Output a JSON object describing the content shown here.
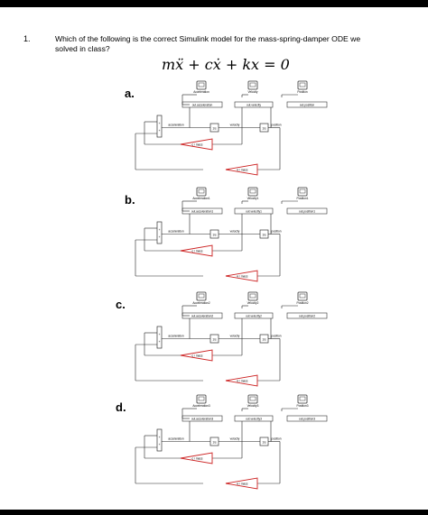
{
  "question": {
    "number": "1.",
    "text": "Which of the following is the correct Simulink model for the mass-spring-damper ODE we solved in class?",
    "equation": "mẍ + cẋ + kx = 0"
  },
  "options": [
    {
      "label": "a.",
      "scopes": [
        "Acceleration",
        "Velocity",
        "Position"
      ],
      "outs": [
        "out.acceleration",
        "out.velocity",
        "out.position"
      ],
      "signals": [
        "acceleration",
        "velocity",
        "position"
      ],
      "gains": [
        "-k / mass",
        "-c / mass"
      ]
    },
    {
      "label": "b.",
      "scopes": [
        "Acceleration1",
        "Velocity1",
        "Position1"
      ],
      "outs": [
        "out.acceleration1",
        "out.velocity1",
        "out.position1"
      ],
      "signals": [
        "acceleration",
        "velocity",
        "position"
      ],
      "gains": [
        "-k / mass",
        "-c / mass"
      ]
    },
    {
      "label": "c.",
      "scopes": [
        "Acceleration2",
        "Velocity2",
        "Position2"
      ],
      "outs": [
        "out.acceleration2",
        "out.velocity2",
        "out.position2"
      ],
      "signals": [
        "acceleration",
        "velocity",
        "position"
      ],
      "gains": [
        "-k / mass",
        "-c / mass"
      ]
    },
    {
      "label": "d.",
      "scopes": [
        "Acceleration3",
        "Velocity3",
        "Position3"
      ],
      "outs": [
        "out.acceleration3",
        "out.velocity3",
        "out.position3"
      ],
      "signals": [
        "acceleration",
        "velocity",
        "position"
      ],
      "gains": [
        "-k / mass",
        "-c / mass"
      ]
    }
  ],
  "colors": {
    "gain_outline": "#cc2222",
    "block_border": "#333333"
  }
}
